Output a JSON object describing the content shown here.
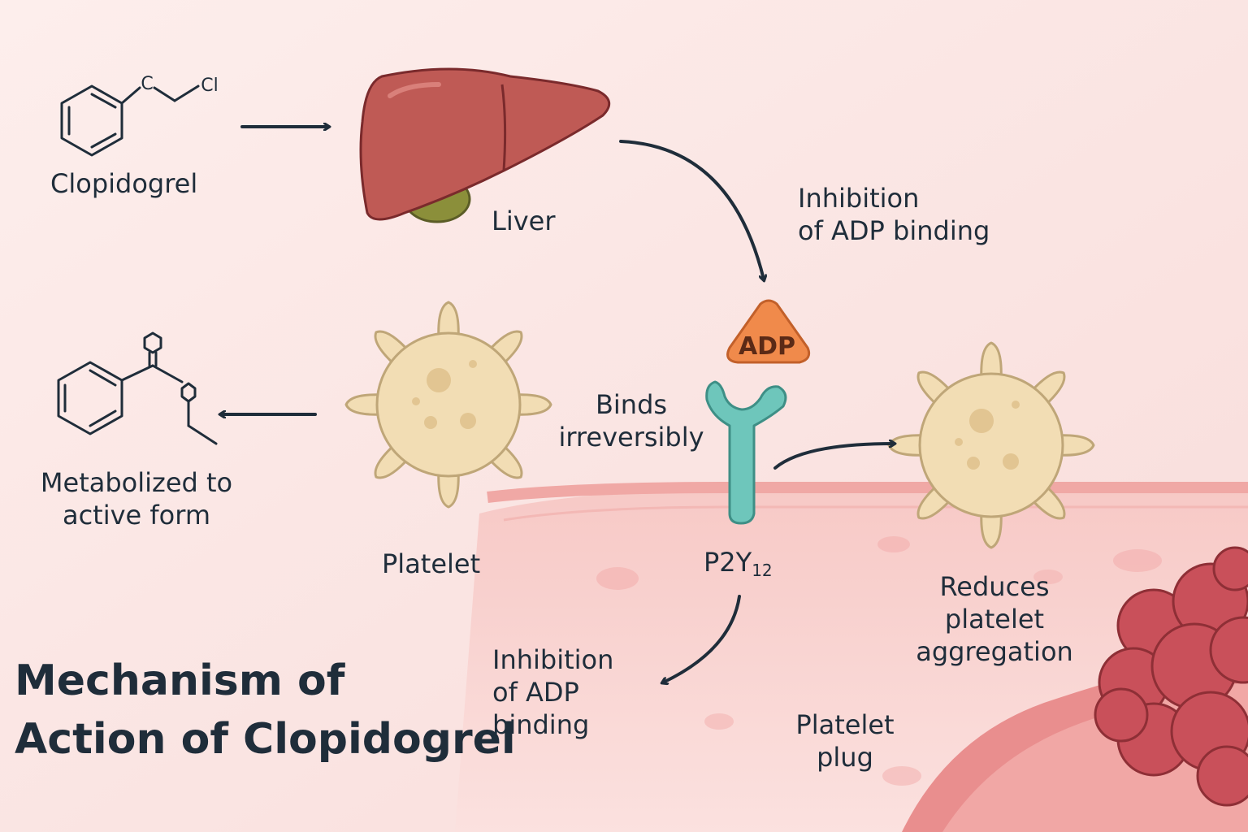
{
  "title": {
    "line1": "Mechanism of",
    "line2": "Action of Clopidogrel"
  },
  "labels": {
    "clopidogrel": "Clopidogrel",
    "liver": "Liver",
    "inhibition_top": [
      "Inhibition",
      "of ADP binding"
    ],
    "adp": "ADP",
    "binds": [
      "Binds",
      "irreversibly"
    ],
    "platelet": "Platelet",
    "metabolized": [
      "Metabolized to",
      "active form"
    ],
    "receptor_base": "P2Y",
    "receptor_sub": "12",
    "reduces": [
      "Reduces",
      "platelet",
      "aggregation"
    ],
    "inhibition_bottom": [
      "Inhibition",
      "of ADP",
      "binding"
    ],
    "plug": [
      "Platelet",
      "plug"
    ]
  },
  "molecule": {
    "atom_c": "C",
    "atom_cl": "Cl"
  },
  "colors": {
    "background": "#fbe6e4",
    "vessel": "#f6c3c0",
    "vessel_wall": "#f0a8a5",
    "liver": "#bf5a55",
    "gallbladder": "#8b8f3a",
    "platelet": "#f2ddb4",
    "receptor": "#6ec6bb",
    "adp": "#f08a4b",
    "clot": "#c9505a",
    "text": "#1f2d3a"
  },
  "icons": [
    "clopidogrel-molecule-icon",
    "liver-icon",
    "platelet-icon",
    "receptor-icon",
    "adp-icon",
    "active-metabolite-molecule-icon",
    "clot-icon"
  ]
}
